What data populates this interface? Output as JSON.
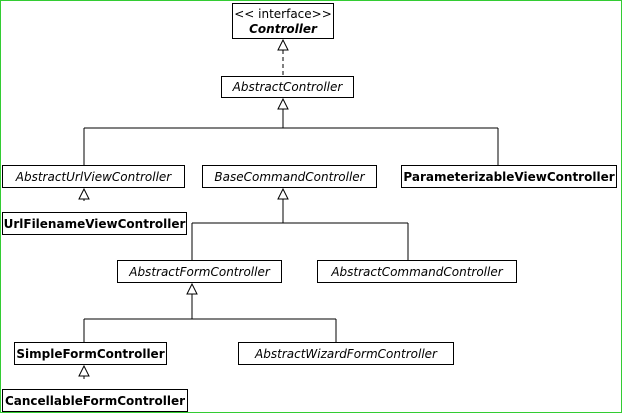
{
  "diagram": {
    "interface": {
      "stereotype": "<< interface>>",
      "name": "Controller"
    },
    "classes": {
      "abstract_controller": "AbstractController",
      "abstract_url_view_controller": "AbstractUrlViewController",
      "base_command_controller": "BaseCommandController",
      "parameterizable_view_controller": "ParameterizableViewController",
      "url_filename_view_controller": "UrlFilenameViewController",
      "abstract_form_controller": "AbstractFormController",
      "abstract_command_controller": "AbstractCommandController",
      "simple_form_controller": "SimpleFormController",
      "abstract_wizard_form_controller": "AbstractWizardFormController",
      "cancellable_form_controller": "CancellableFormController"
    }
  }
}
